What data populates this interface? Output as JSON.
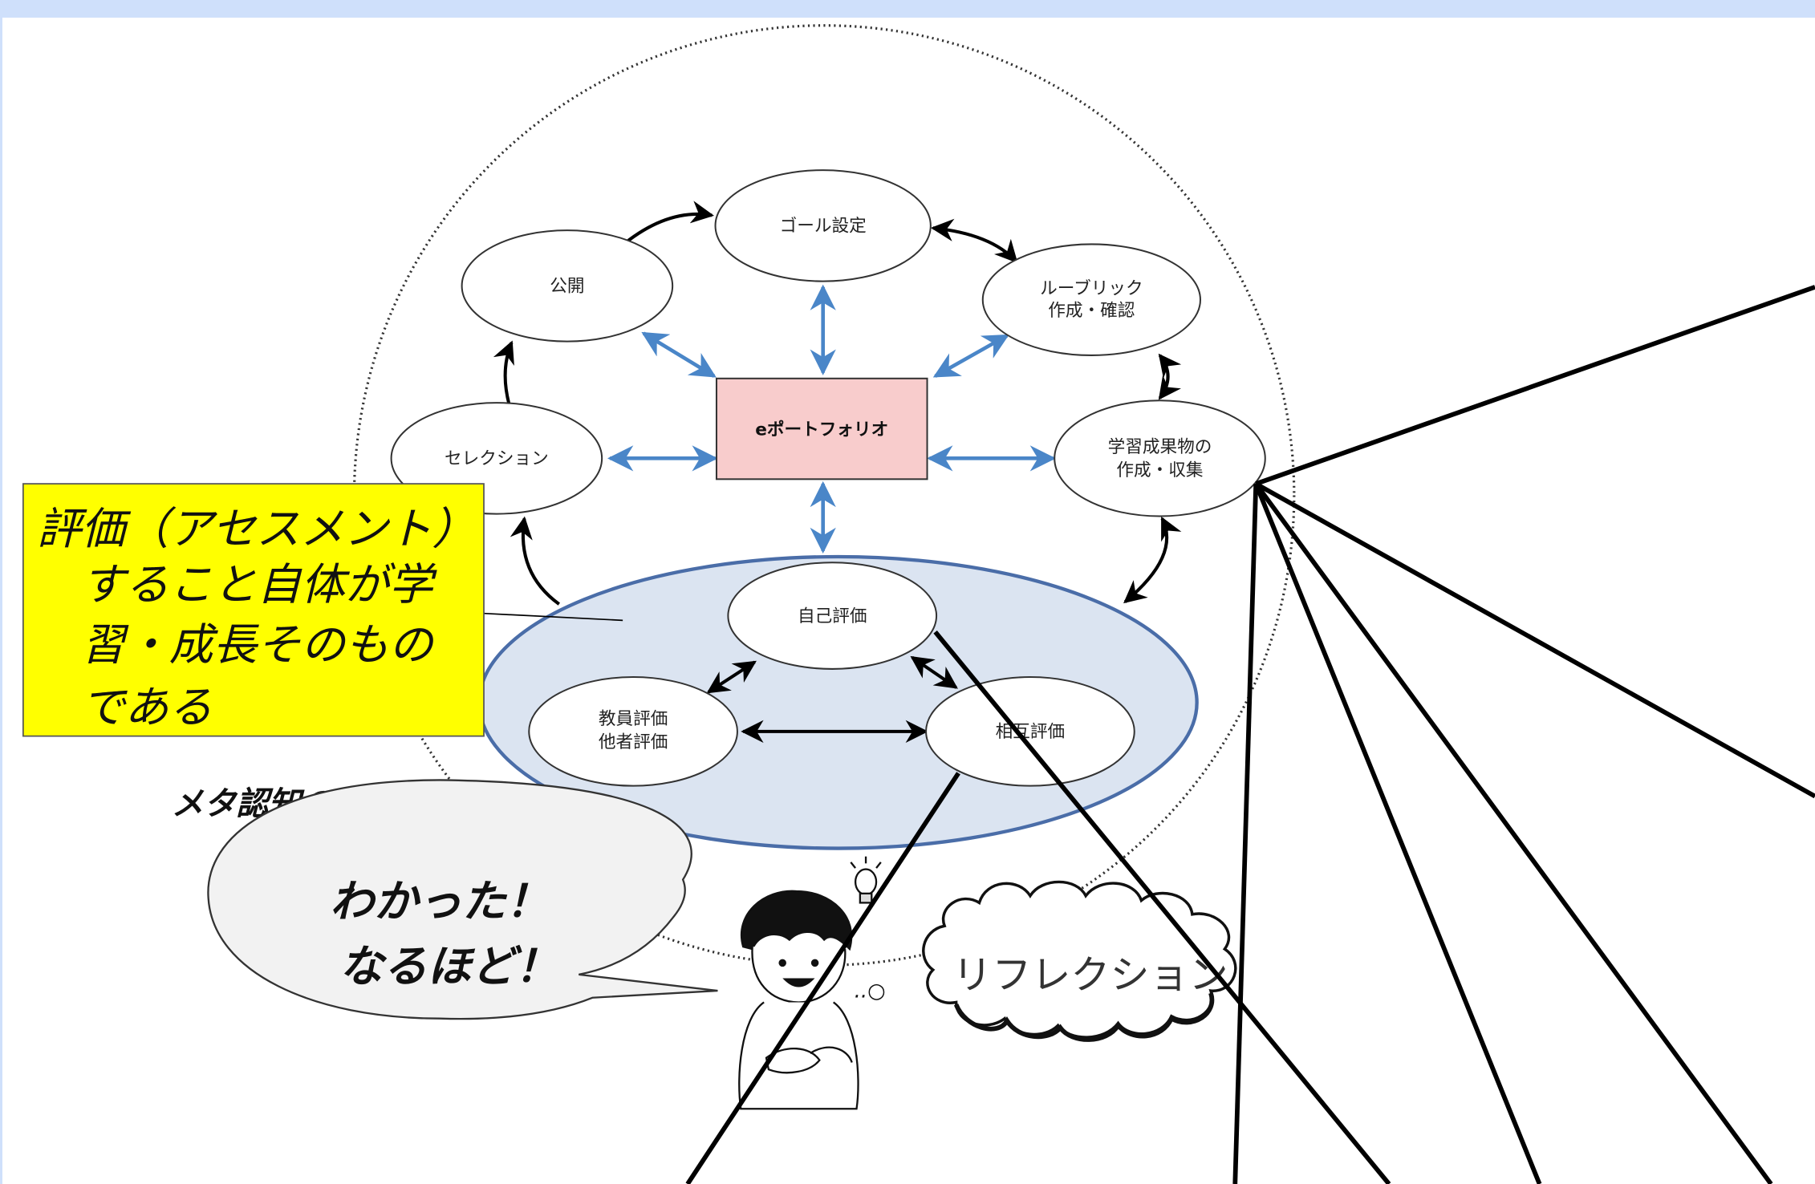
{
  "nodes": {
    "goal": "ゴール設定",
    "publish": "公開",
    "rubric_line1": "ルーブリック",
    "rubric_line2": "作成・確認",
    "selection": "セレクション",
    "eportfolio": "eポートフォリオ",
    "artifacts_line1": "学習成果物の",
    "artifacts_line2": "作成・収集",
    "self_eval": "自己評価",
    "teacher_line1": "教員評価",
    "teacher_line2": "他者評価",
    "mutual_eval": "相互評価"
  },
  "callout": {
    "lines": [
      "評価（アセスメント）",
      "すること自体が学",
      "習・成長そのもの",
      "である"
    ]
  },
  "meta_label": "メタ認知の促進",
  "speech": {
    "line1": "わかった！",
    "line2": "なるほど！"
  },
  "thought": {
    "text": "リフレクション",
    "dots": "..○"
  },
  "colors": {
    "top_bar": "#cfe0fb",
    "eportfolio_fill": "#f8cccc",
    "assessment_fill": "#dbe4f1",
    "assessment_stroke": "#4a6da8",
    "blue_arrow": "#4a86c8",
    "callout_fill": "#ffff00"
  }
}
